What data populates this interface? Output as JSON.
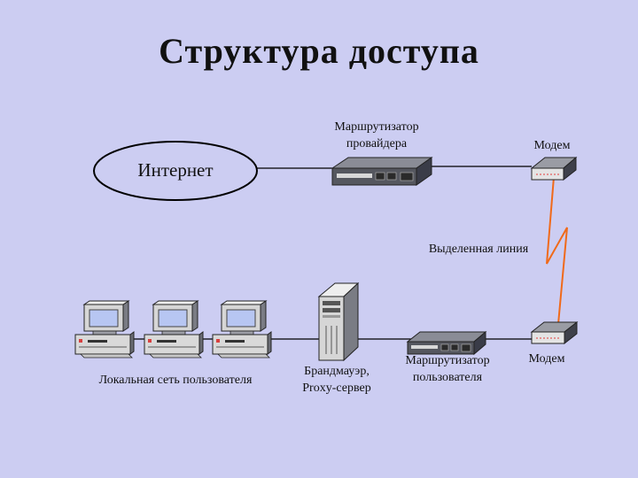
{
  "slide": {
    "title": "Структура доступа"
  },
  "labels": {
    "internet": "Интернет",
    "provider_router": [
      "Маршрутизатор",
      "провайдера"
    ],
    "modem_top": "Модем",
    "dedicated_line": "Выделенная линия",
    "local_network": "Локальная сеть пользователя",
    "firewall": [
      "Брандмауэр,",
      "Proxy-сервер"
    ],
    "user_router": [
      "Маршрутизатор",
      "пользователя"
    ],
    "modem_bottom": "Модем"
  },
  "colors": {
    "background": "#cccdf2",
    "line": "#000000",
    "dedicated_line": "#f06a1a",
    "device_dark": "#4a4c58",
    "device_light": "#d9d9d9",
    "screen": "#b7c6f2"
  }
}
